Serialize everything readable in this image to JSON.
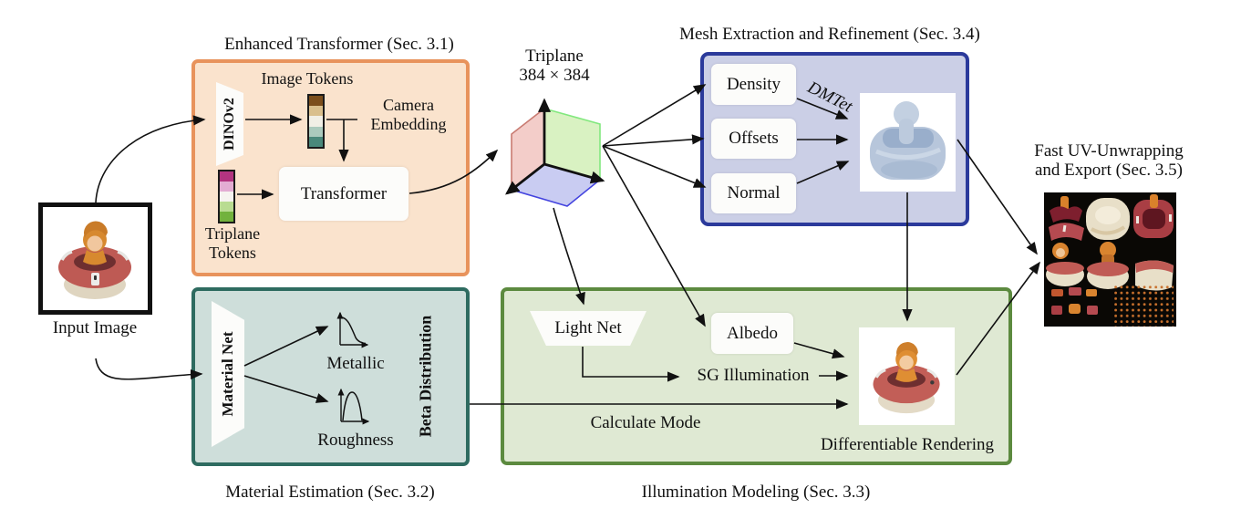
{
  "figure": {
    "input": {
      "label": "Input Image"
    },
    "enhanced_transformer": {
      "title": "Enhanced Transformer (Sec. 3.1)",
      "dino": "DINOv2",
      "image_tokens": "Image Tokens",
      "camera_embedding": "Camera Embedding",
      "transformer": "Transformer",
      "triplane_tokens": "Triplane Tokens"
    },
    "triplane": {
      "name": "Triplane",
      "resolution": "384 × 384"
    },
    "mesh_extraction": {
      "title": "Mesh Extraction and Refinement (Sec. 3.4)",
      "density": "Density",
      "offsets": "Offsets",
      "normal": "Normal",
      "dmtet": "DMTet"
    },
    "material_estimation": {
      "title": "Material Estimation (Sec. 3.2)",
      "material_net": "Material Net",
      "metallic": "Metallic",
      "roughness": "Roughness",
      "beta_distribution": "Beta Distribution"
    },
    "illumination_modeling": {
      "title": "Illumination Modeling (Sec. 3.3)",
      "light_net": "Light Net",
      "albedo": "Albedo",
      "sg_illumination": "SG Illumination",
      "calculate_mode": "Calculate Mode",
      "differentiable_rendering": "Differentiable Rendering"
    },
    "uv_export": {
      "title_line1": "Fast UV-Unwrapping",
      "title_line2": "and Export (Sec. 3.5)"
    }
  },
  "colors": {
    "ink": "#111111",
    "orange-border": "#E8935C",
    "orange-fill": "#FAE3CD",
    "blue-border": "#2B3A9B",
    "blue-fill": "#CBCFE6",
    "teal-border": "#2E6B60",
    "teal-fill": "#CEDEDA",
    "green-border": "#5C8A3F",
    "green-fill": "#DFE9D3",
    "chip-bg": "#FCFCFA",
    "img-tok-0": "#7B4E1C",
    "img-tok-1": "#D9BF8D",
    "img-tok-2": "#F1EFE6",
    "img-tok-3": "#ABCABD",
    "img-tok-4": "#4A897B",
    "tri-tok-0": "#B23480",
    "tri-tok-1": "#E3ACD3",
    "tri-tok-2": "#F6F3F0",
    "tri-tok-3": "#B9DC92",
    "tri-tok-4": "#72B23D",
    "plane-red-fill": "#F3CDC9",
    "plane-red-stroke": "#C97B72",
    "plane-green-fill": "#D9F2C2",
    "plane-green-stroke": "#82E87E",
    "plane-blue-fill": "#C9CCF2",
    "plane-blue-stroke": "#4444DF"
  }
}
